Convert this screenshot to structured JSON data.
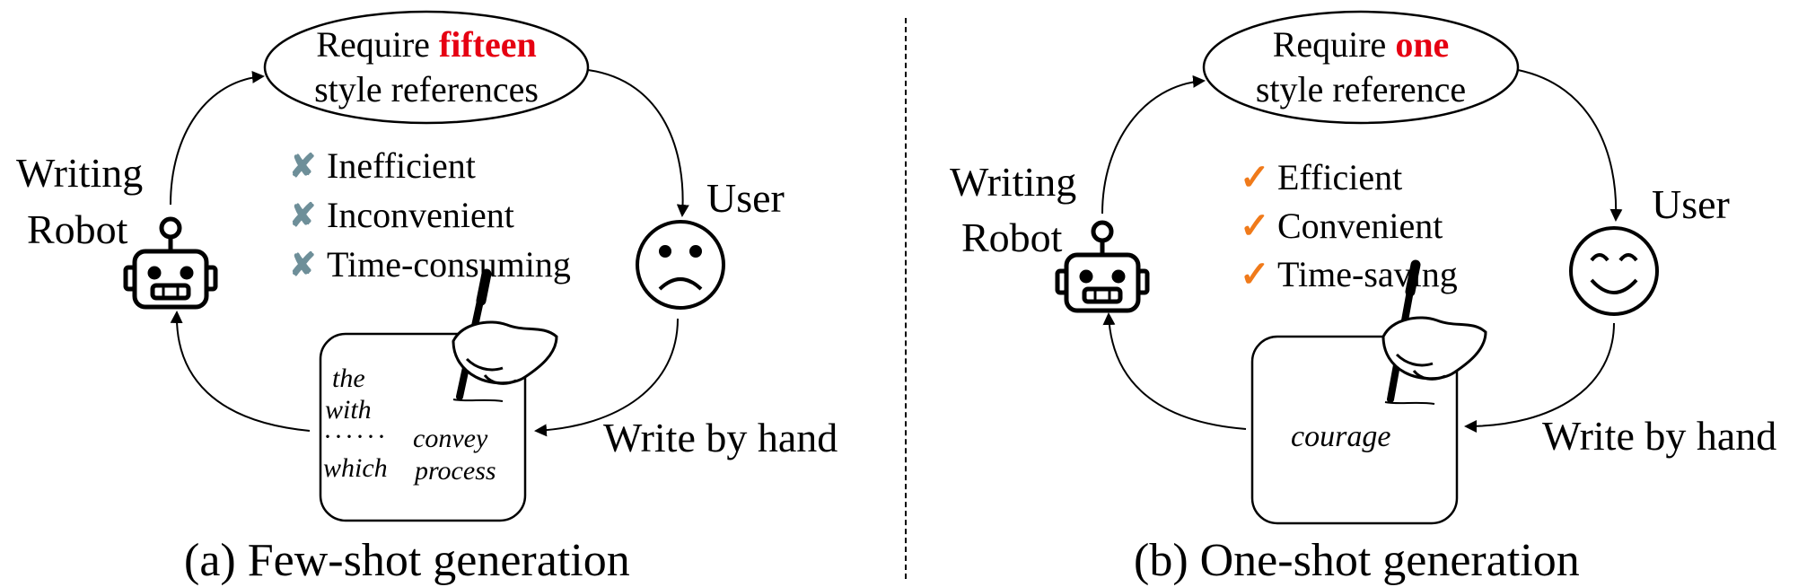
{
  "panel_a": {
    "ellipse": {
      "prefix": "Require",
      "highlight": "fifteen",
      "line2": "style references"
    },
    "robot_label": {
      "line1": "Writing",
      "line2": "Robot"
    },
    "user_label": "User",
    "action_label": "Write by hand",
    "items": [
      "Inefficient",
      "Inconvenient",
      "Time-consuming"
    ],
    "mark_symbol": "✘",
    "samples": {
      "w1": "the",
      "w2": "with",
      "dots": "······",
      "w3": "which",
      "w4": "convey",
      "w5": "process"
    },
    "caption": "(a)  Few-shot generation",
    "face": "frown"
  },
  "panel_b": {
    "ellipse": {
      "prefix": "Require",
      "highlight": "one",
      "line2": "style reference"
    },
    "robot_label": {
      "line1": "Writing",
      "line2": "Robot"
    },
    "user_label": "User",
    "action_label": "Write by hand",
    "items": [
      "Efficient",
      "Convenient",
      "Time-saving"
    ],
    "mark_symbol": "✓",
    "samples": {
      "w1": "courage"
    },
    "caption": "(b)  One-shot generation",
    "face": "smile"
  },
  "colors": {
    "highlight": "#e60012",
    "cross": "#6e8f99",
    "check": "#f07a1a"
  }
}
